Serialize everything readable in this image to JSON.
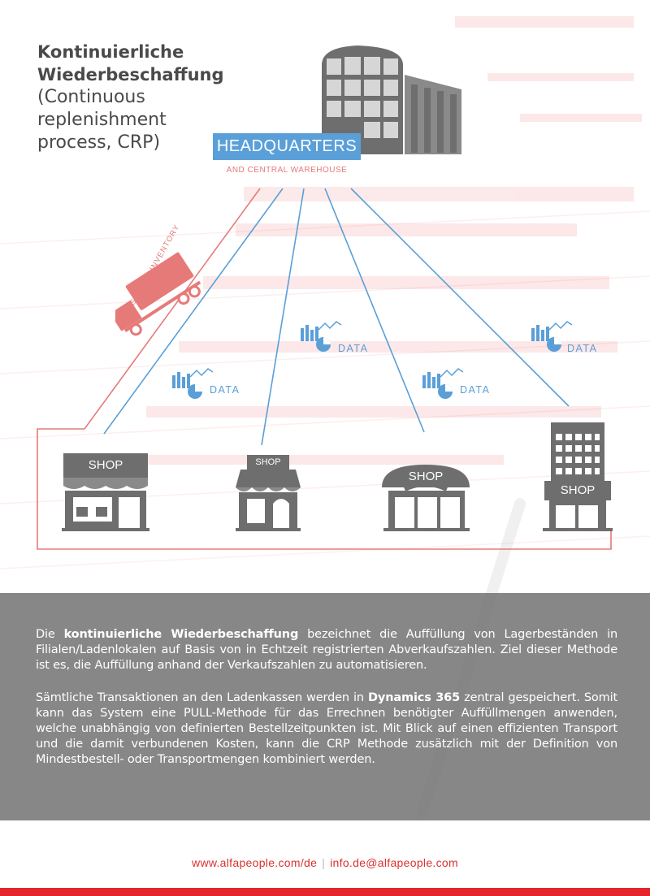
{
  "title": {
    "bold": "Kontinuierliche Wiederbeschaffung",
    "sub": "(Continuous replenishment process, CRP)"
  },
  "headquarters": {
    "label": "HEADQUARTERS",
    "sub": "AND CENTRAL WAREHOUSE"
  },
  "stock_label": "STOCK / INVENTORY",
  "data_label": "DATA",
  "shops": [
    "SHOP",
    "SHOP",
    "SHOP",
    "SHOP"
  ],
  "colors": {
    "blue": "#5a9fd8",
    "salmon": "#e67a78",
    "gray": "#6e6e6e",
    "red": "#e3262b",
    "panel": "#6e6c6c"
  },
  "text": {
    "p1_pre": "Die ",
    "p1_bold": "kontinuierliche Wiederbeschaffung",
    "p1_post": " bezeichnet die Auffüllung von Lagerbeständen in Filialen/Ladenlokalen auf Basis von in Echtzeit registrierten Abverkaufszahlen. Ziel dieser Methode ist es, die Auffüllung anhand der Verkaufszahlen zu automatisieren.",
    "p2_pre": "Sämtliche Transaktionen an den Ladenkassen werden in ",
    "p2_bold": "Dynamics 365",
    "p2_post": " zentral gespeichert. Somit kann das System eine PULL-Methode für das Errechnen benötigter Auffüllmengen anwenden, welche unabhängig von definierten Bestellzeitpunkten ist. Mit Blick auf einen effizienten Transport und die damit verbundenen Kosten, kann die CRP Methode zusätzlich mit der Definition von Mindestbestell- oder Transportmengen kombiniert werden."
  },
  "footer": {
    "web": "www.alfapeople.com/de",
    "email": "info.de@alfapeople.com"
  }
}
